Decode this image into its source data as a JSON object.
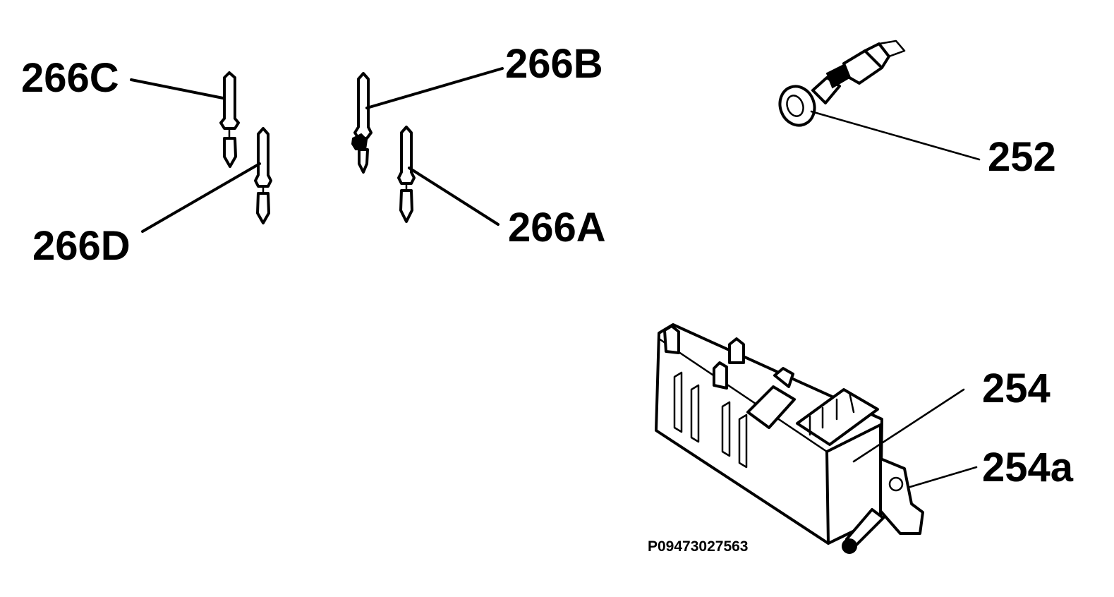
{
  "labels": {
    "l266C": "266C",
    "l266B": "266B",
    "l266D": "266D",
    "l266A": "266A",
    "l252": "252",
    "l254": "254",
    "l254a": "254a"
  },
  "drawing_code": "P09473027563"
}
